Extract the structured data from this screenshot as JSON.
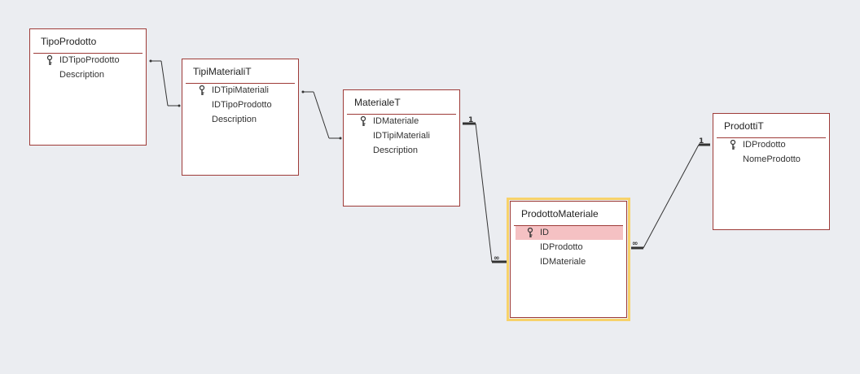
{
  "tables": [
    {
      "name": "TipoProdotto",
      "fields": [
        {
          "name": "IDTipoProdotto",
          "key": true
        },
        {
          "name": "Description",
          "key": false
        }
      ]
    },
    {
      "name": "TipiMaterialiT",
      "fields": [
        {
          "name": "IDTipiMateriali",
          "key": true
        },
        {
          "name": "IDTipoProdotto",
          "key": false
        },
        {
          "name": "Description",
          "key": false
        }
      ]
    },
    {
      "name": "MaterialeT",
      "fields": [
        {
          "name": "IDMateriale",
          "key": true
        },
        {
          "name": "IDTipiMateriali",
          "key": false
        },
        {
          "name": "Description",
          "key": false
        }
      ]
    },
    {
      "name": "ProdottoMateriale",
      "selected": true,
      "fields": [
        {
          "name": "ID",
          "key": true,
          "highlight": true
        },
        {
          "name": "IDProdotto",
          "key": false
        },
        {
          "name": "IDMateriale",
          "key": false
        }
      ]
    },
    {
      "name": "ProdottiT",
      "fields": [
        {
          "name": "IDProdotto",
          "key": true
        },
        {
          "name": "NomeProdotto",
          "key": false
        }
      ]
    }
  ],
  "relationships": [
    {
      "from": "TipoProdotto",
      "to": "TipiMaterialiT",
      "one_label": "",
      "many_label": ""
    },
    {
      "from": "TipiMaterialiT",
      "to": "MaterialeT",
      "one_label": "",
      "many_label": ""
    },
    {
      "from": "MaterialeT",
      "to": "ProdottoMateriale",
      "one_label": "1",
      "many_label": "∞"
    },
    {
      "from": "ProdottiT",
      "to": "ProdottoMateriale",
      "one_label": "1",
      "many_label": "∞"
    }
  ],
  "colors": {
    "background": "#ebedf1",
    "table_border": "#9e3b38",
    "selected_outline": "#f7d26a",
    "highlight_row": "#f5c1c3"
  }
}
